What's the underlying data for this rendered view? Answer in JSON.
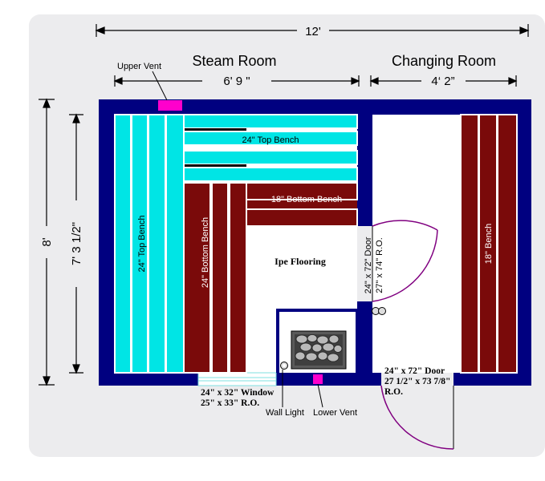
{
  "dimensions": {
    "overall_width": "12'",
    "steam_width": "6' 9 \"",
    "changing_width": "4‘ 2”",
    "overall_height": "8'",
    "inner_height": "7' 3 1/2\""
  },
  "rooms": {
    "steam": "Steam Room",
    "changing": "Changing Room"
  },
  "benches": {
    "top_horizontal": "24\" Top Bench",
    "bottom_horizontal": "18\" Bottom Bench",
    "top_vertical": "24\" Top Bench",
    "bottom_vertical": "24\" Bottom Bench",
    "changing": "18\" Bench"
  },
  "floor": "Ipe Flooring",
  "interior_door": {
    "size": "24\" x 72\" Door",
    "ro": "27\" x 74\" R.O."
  },
  "exterior_door": {
    "size": "24\" x 72\" Door",
    "ro_line1": "27 1/2\" x 73 7/8\"",
    "ro_line2": "R.O."
  },
  "window": {
    "size": "24\" x 32\" Window",
    "ro": "25\" x 33\" R.O."
  },
  "callouts": {
    "upper_vent": "Upper Vent",
    "wall_light": "Wall Light",
    "lower_vent": "Lower Vent"
  },
  "colors": {
    "wall": "#000080",
    "top_bench": "#00e5e5",
    "bottom_bench": "#7a0a0a",
    "vent": "#ff00cc",
    "door_swing": "#800080",
    "card": "#ececee"
  }
}
